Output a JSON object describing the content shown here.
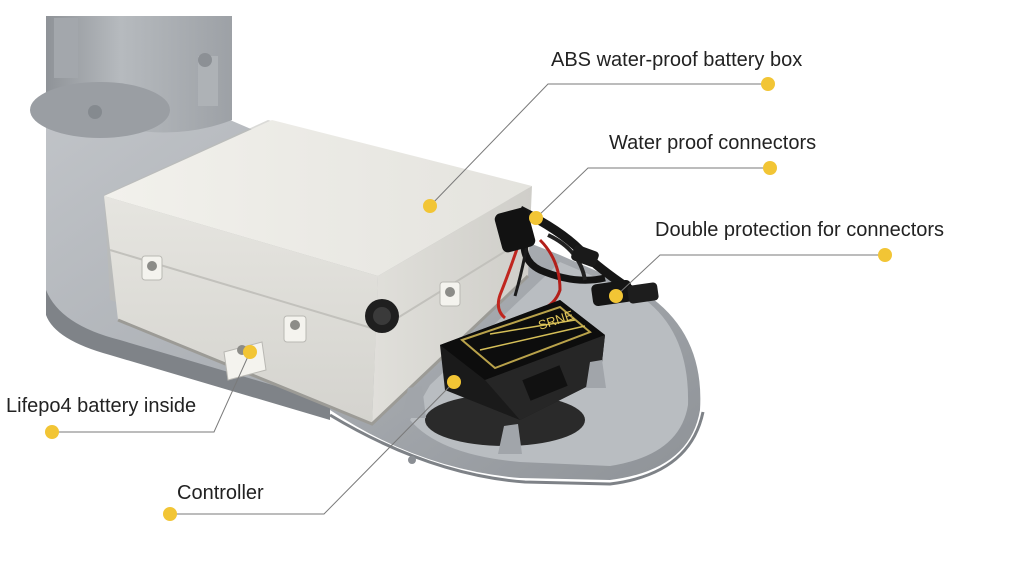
{
  "annotations": {
    "battery_box": "ABS water-proof battery box",
    "connectors": "Water proof connectors",
    "double_protection": "Double protection for connectors",
    "battery_inside": "Lifepo4 battery inside",
    "controller": "Controller"
  },
  "controller_print": "SRNE",
  "colors": {
    "marker": "#f2c535",
    "leader_line": "#7a7a7a",
    "housing": "#a9adb2",
    "battery_box": "#ecebe6",
    "controller": "#1c1c1c"
  }
}
